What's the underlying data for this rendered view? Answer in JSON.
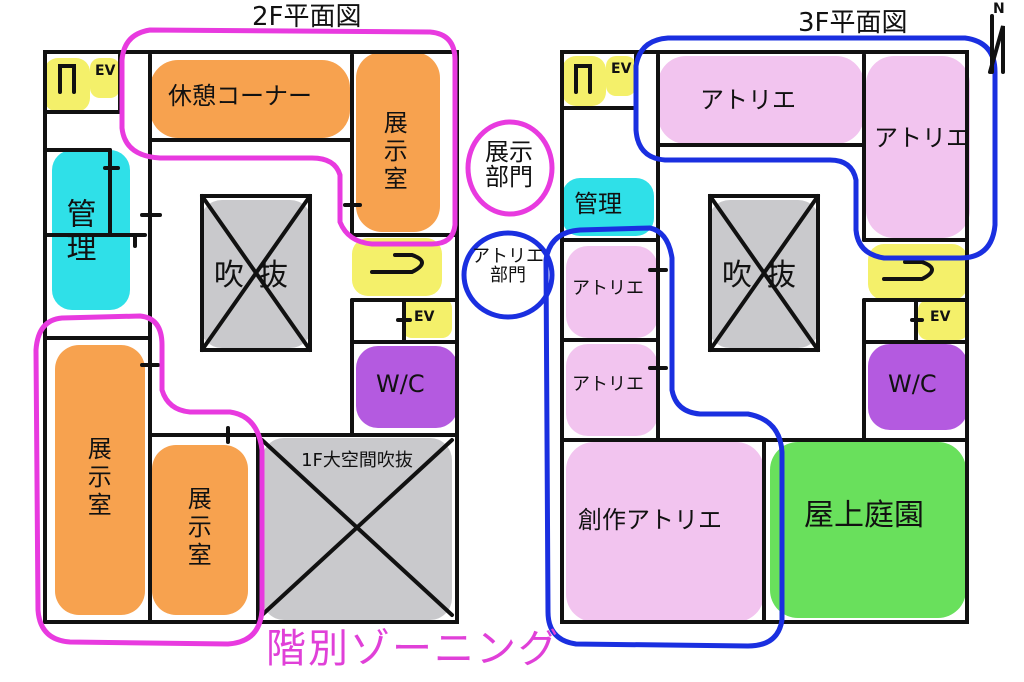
{
  "colors": {
    "exhibit_zone": "#f7a24f",
    "atelier_zone": "#f2c4ef",
    "management": "#2fe0e8",
    "stairs_ev": "#f4f06a",
    "wc": "#b45ae0",
    "void": "#c9c9cc",
    "garden": "#69e05c",
    "exhibit_outline": "#e83adf",
    "atelier_outline": "#1a2fe0"
  },
  "north_arrow": "N",
  "floor2": {
    "title": "2F平面図",
    "lounge": "休憩コーナー",
    "exhibit_room_right": "展示室",
    "management": "管理",
    "void": "吹抜",
    "exhibit_room_left": "展示室",
    "exhibit_room_center": "展示室",
    "big_void": "1F大空間吹抜",
    "ev": "EV",
    "wc": "W/C"
  },
  "floor3": {
    "title": "3F平面図",
    "atelier_top": "アトリエ",
    "atelier_right": "アトリエ",
    "management": "管理",
    "void": "吹抜",
    "atelier_left1": "アトリエ",
    "atelier_left2": "アトリエ",
    "creative_atelier": "創作アトリエ",
    "rooftop_garden": "屋上庭園",
    "ev": "EV",
    "wc": "W/C"
  },
  "legend": {
    "exhibit_dept": "展示部門",
    "atelier_dept": "アトリエ部門"
  },
  "caption": "階別ゾーニング"
}
